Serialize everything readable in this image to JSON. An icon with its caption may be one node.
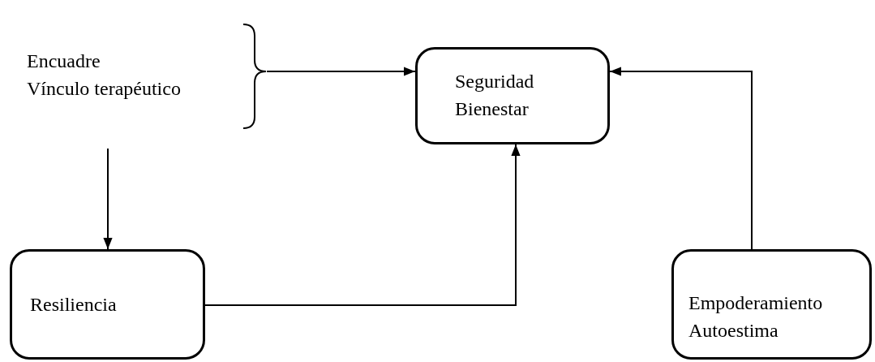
{
  "diagram": {
    "nodes": [
      {
        "text": [
          "Encuadre",
          "Vínculo terapéutico"
        ]
      },
      {
        "text": [
          "Seguridad",
          "Bienestar"
        ]
      },
      {
        "text": [
          "Resiliencia"
        ]
      },
      {
        "text": [
          "Empoderamiento",
          "Autoestima"
        ]
      }
    ],
    "edges": [
      {
        "from": 0,
        "to": 1,
        "arrow": "to"
      },
      {
        "from": 0,
        "to": 2,
        "arrow": "to"
      },
      {
        "from": 2,
        "to": 1,
        "arrow": "to"
      },
      {
        "from": 3,
        "to": 1,
        "arrow": "to"
      }
    ]
  }
}
